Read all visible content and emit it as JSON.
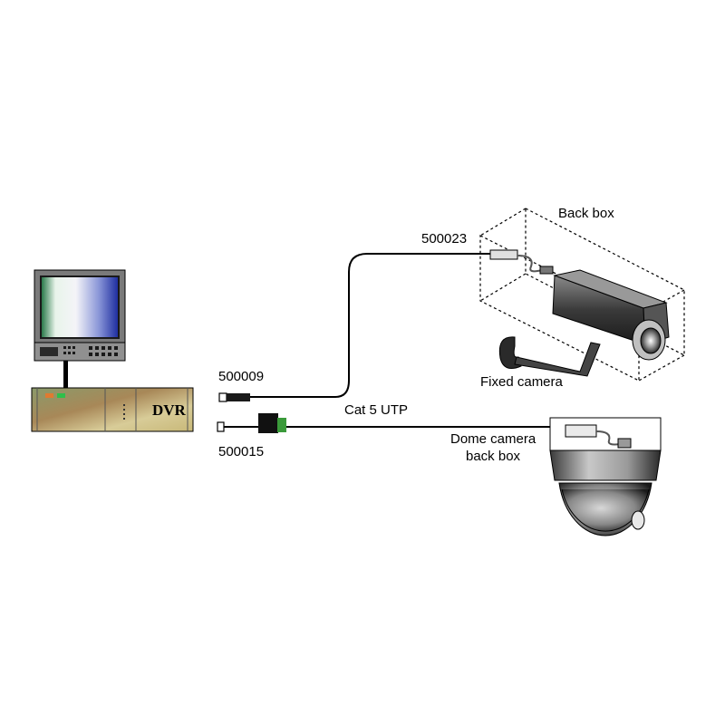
{
  "labels": {
    "back_box": "Back box",
    "part_500023": "500023",
    "part_500009": "500009",
    "part_500015": "500015",
    "fixed_camera": "Fixed camera",
    "cat5": "Cat 5 UTP",
    "dome_line1": "Dome camera",
    "dome_line2": "back box",
    "dvr": "DVR"
  },
  "colors": {
    "line": "#000000",
    "dvr_led_orange": "#e07a30",
    "dvr_led_green": "#2fbf4a",
    "balun_green": "#3a9a3a"
  },
  "icons": [
    "monitor-icon",
    "dvr-icon",
    "fixed-camera-icon",
    "dome-camera-icon",
    "bnc-connector-icon",
    "balun-icon"
  ]
}
